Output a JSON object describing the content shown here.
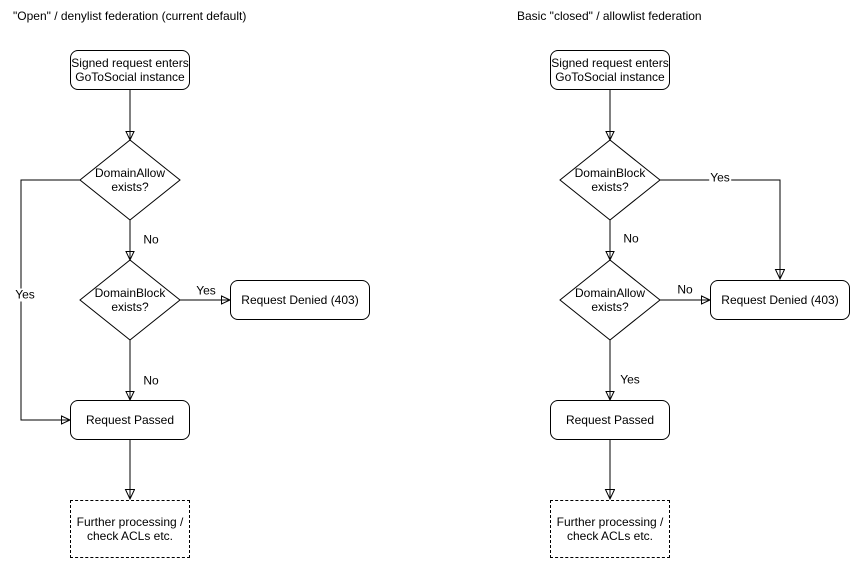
{
  "colors": {
    "stroke": "#000000",
    "fill": "#ffffff",
    "text": "#000000"
  },
  "left_chart": {
    "title": "\"Open\" / denylist federation (current default)",
    "nodes": {
      "start": "Signed request enters\nGoToSocial instance",
      "decision1": "DomainAllow\nexists?",
      "decision2": "DomainBlock\nexists?",
      "denied": "Request Denied (403)",
      "passed": "Request Passed",
      "further": "Further processing /\ncheck ACLs etc."
    },
    "labels": {
      "d1_yes": "Yes",
      "d1_no": "No",
      "d2_yes": "Yes",
      "d2_no": "No"
    }
  },
  "right_chart": {
    "title": "Basic \"closed\" / allowlist federation",
    "nodes": {
      "start": "Signed request enters\nGoToSocial instance",
      "decision1": "DomainBlock\nexists?",
      "decision2": "DomainAllow\nexists?",
      "denied": "Request Denied (403)",
      "passed": "Request Passed",
      "further": "Further processing /\ncheck ACLs etc."
    },
    "labels": {
      "d1_yes": "Yes",
      "d1_no": "No",
      "d2_no": "No",
      "d2_yes": "Yes"
    }
  }
}
